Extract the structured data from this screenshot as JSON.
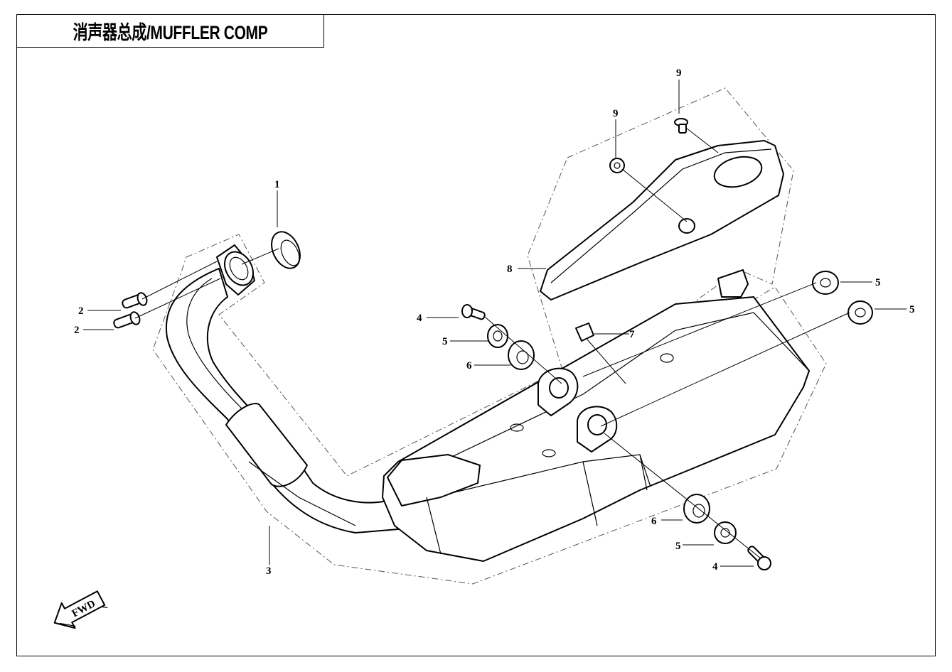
{
  "title": "消声器总成/MUFFLER COMP",
  "direction_label": "FWD",
  "callouts": [
    "1",
    "2",
    "2",
    "3",
    "4",
    "5",
    "6",
    "8",
    "9",
    "9",
    "7",
    "5",
    "5",
    "6",
    "5",
    "4"
  ]
}
